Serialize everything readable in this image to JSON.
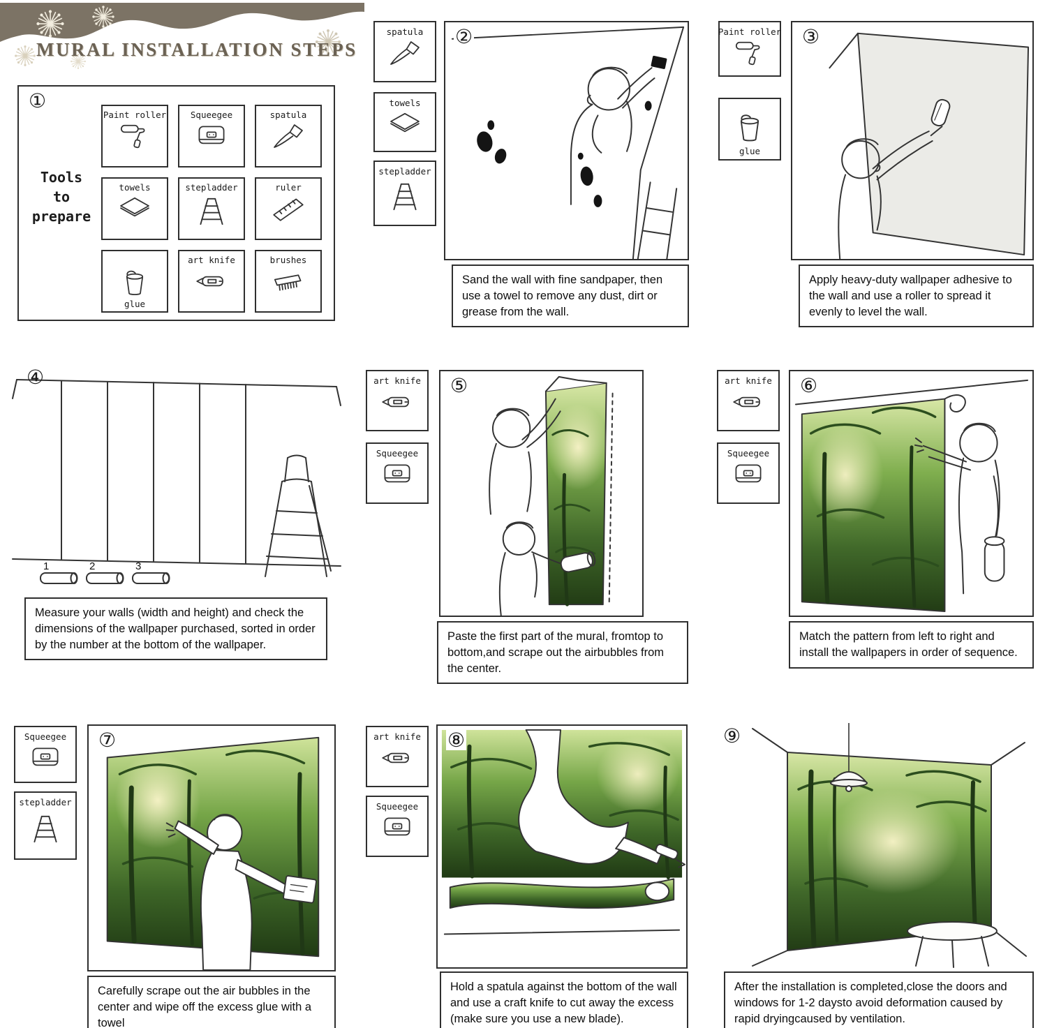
{
  "header": {
    "title": "MURAL INSTALLATION STEPS"
  },
  "tools": {
    "paint_roller": "Paint roller",
    "squeegee": "Squeegee",
    "spatula": "spatula",
    "towels": "towels",
    "stepladder": "stepladder",
    "ruler": "ruler",
    "glue": "glue",
    "art_knife": "art knife",
    "brushes": "brushes"
  },
  "steps": {
    "s1": {
      "number": "①",
      "label": [
        "Tools",
        "to",
        "prepare"
      ]
    },
    "s2": {
      "number": "②",
      "caption": "Sand the wall with fine sandpaper, then use a towel to remove any dust, dirt or grease from the wall."
    },
    "s3": {
      "number": "③",
      "caption": "Apply heavy-duty wallpaper adhesive to the wall and use a roller to spread it evenly to level the wall."
    },
    "s4": {
      "number": "④",
      "caption": "Measure your walls (width and height) and check the dimensions of the wallpaper purchased, sorted in order by the number at the bottom of the wallpaper.",
      "roll_numbers": [
        "1",
        "2",
        "3"
      ]
    },
    "s5": {
      "number": "⑤",
      "caption": "Paste the first part of the mural, fromtop to bottom,and scrape out the airbubbles from the center."
    },
    "s6": {
      "number": "⑥",
      "caption": "Match the pattern from left to right and install the wallpapers in order of sequence."
    },
    "s7": {
      "number": "⑦",
      "caption": "Carefully scrape out the air bubbles in the center and wipe off the excess glue with a towel"
    },
    "s8": {
      "number": "⑧",
      "caption": "Hold a spatula against the bottom of the wall and use a craft knife to cut away the excess (make sure you use a new blade)."
    },
    "s9": {
      "number": "⑨",
      "caption": "After the installation is completed,close the doors and windows for 1-2 daysto avoid deformation caused by rapid dryingcaused by ventilation."
    }
  }
}
